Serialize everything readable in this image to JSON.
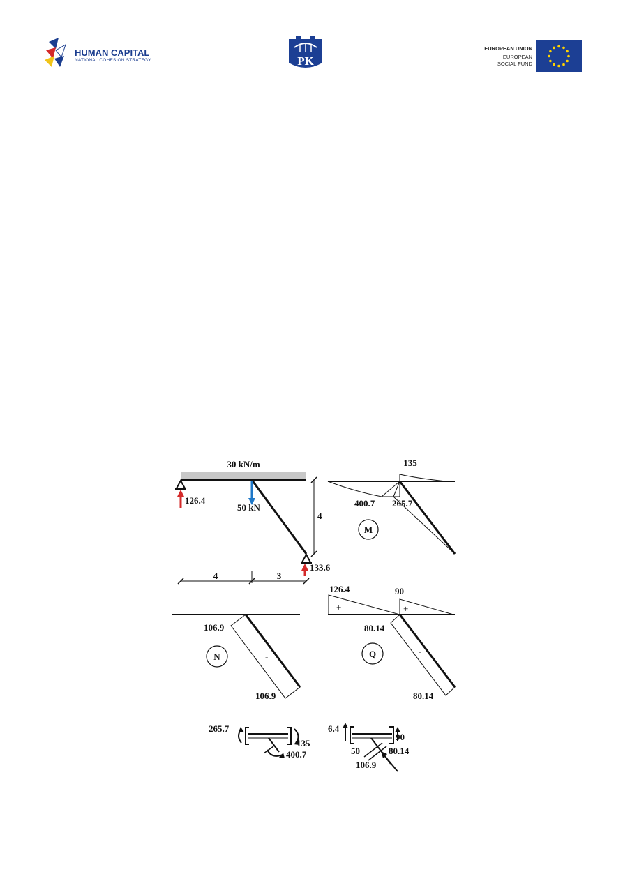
{
  "header": {
    "left_logo": {
      "title": "HUMAN CAPITAL",
      "subtitle": "NATIONAL COHESION STRATEGY"
    },
    "center_logo": {
      "text": "PK"
    },
    "right_logo": {
      "line1": "EUROPEAN UNION",
      "line2": "EUROPEAN",
      "line3": "SOCIAL FUND"
    }
  },
  "colors": {
    "reaction": "#d42a2a",
    "point_load": "#1f78c8",
    "eu_blue": "#1c3f94",
    "eu_star": "#ffd200",
    "hc_blue": "#1b3d8f"
  },
  "icons": [
    "human-capital-logo",
    "pk-crest-logo",
    "eu-flag-logo",
    "pin-support-icon",
    "reaction-arrow-icon",
    "load-arrow-icon",
    "moment-arc-icon"
  ],
  "structure": {
    "distributed_load": "30 kN/m",
    "point_load": "50 kN",
    "reaction_left": "126.4",
    "reaction_right": "133.6",
    "dim_height": "4",
    "dim_left": "4",
    "dim_right": "3"
  },
  "moment_diagram": {
    "symbol": "M",
    "top": "135",
    "left": "400.7",
    "right": "265.7"
  },
  "normal_diagram": {
    "symbol": "N",
    "top": "106.9",
    "bottom": "106.9",
    "sign": "-"
  },
  "shear_diagram": {
    "symbol": "Q",
    "left": "126.4",
    "mid": "90",
    "diag_top": "80.14",
    "diag_bottom": "80.14",
    "sign_left": "+",
    "sign_right": "+",
    "sign_diag": "-"
  },
  "joint_moments": {
    "a": "265.7",
    "b": "135",
    "c": "400.7"
  },
  "joint_forces": {
    "a": "6.4",
    "b": "90",
    "c": "50",
    "d": "80.14",
    "e": "106.9"
  }
}
